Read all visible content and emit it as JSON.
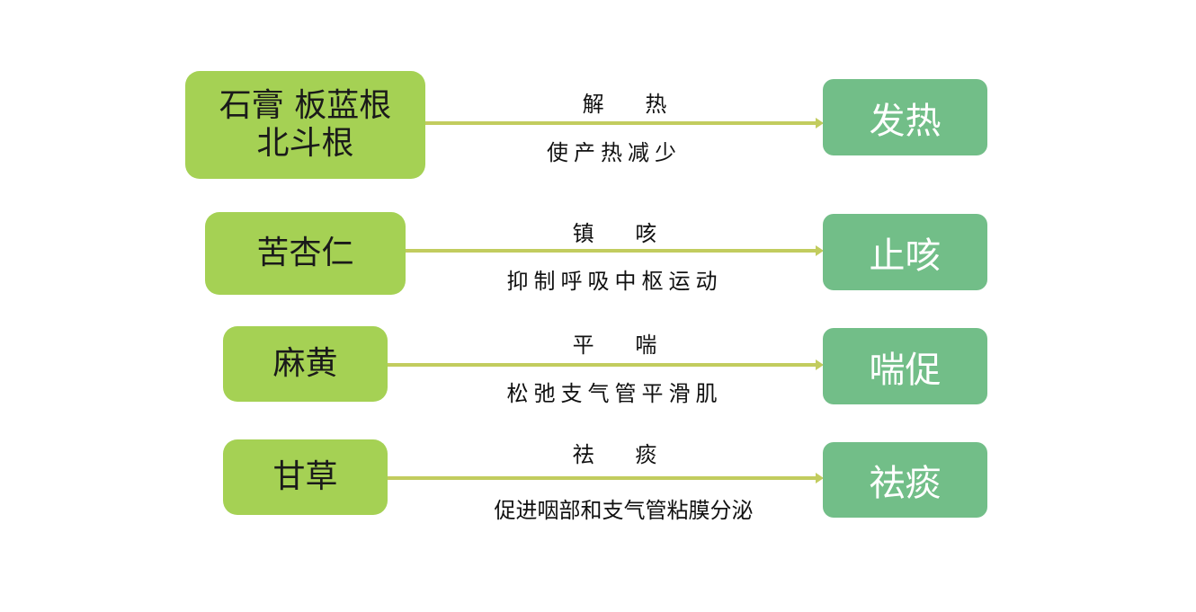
{
  "rows": [
    {
      "herb_lines": [
        "石膏 板蓝根",
        "北斗根"
      ],
      "action": "解      热",
      "mechanism": "使产热减少",
      "effect": "发热"
    },
    {
      "herb_lines": [
        "苦杏仁"
      ],
      "action": "镇      咳",
      "mechanism": "抑制呼吸中枢运动",
      "effect": "止咳"
    },
    {
      "herb_lines": [
        "麻黄"
      ],
      "action": "平      喘",
      "mechanism": "松弛支气管平滑肌",
      "effect": "喘促"
    },
    {
      "herb_lines": [
        "甘草"
      ],
      "action": "祛      痰",
      "mechanism": "促进咽部和支气管粘膜分泌",
      "effect": "祛痰"
    }
  ],
  "colors": {
    "herb_box": "#a5d154",
    "effect_box": "#72be88",
    "arrow": "#c2cc5e"
  }
}
